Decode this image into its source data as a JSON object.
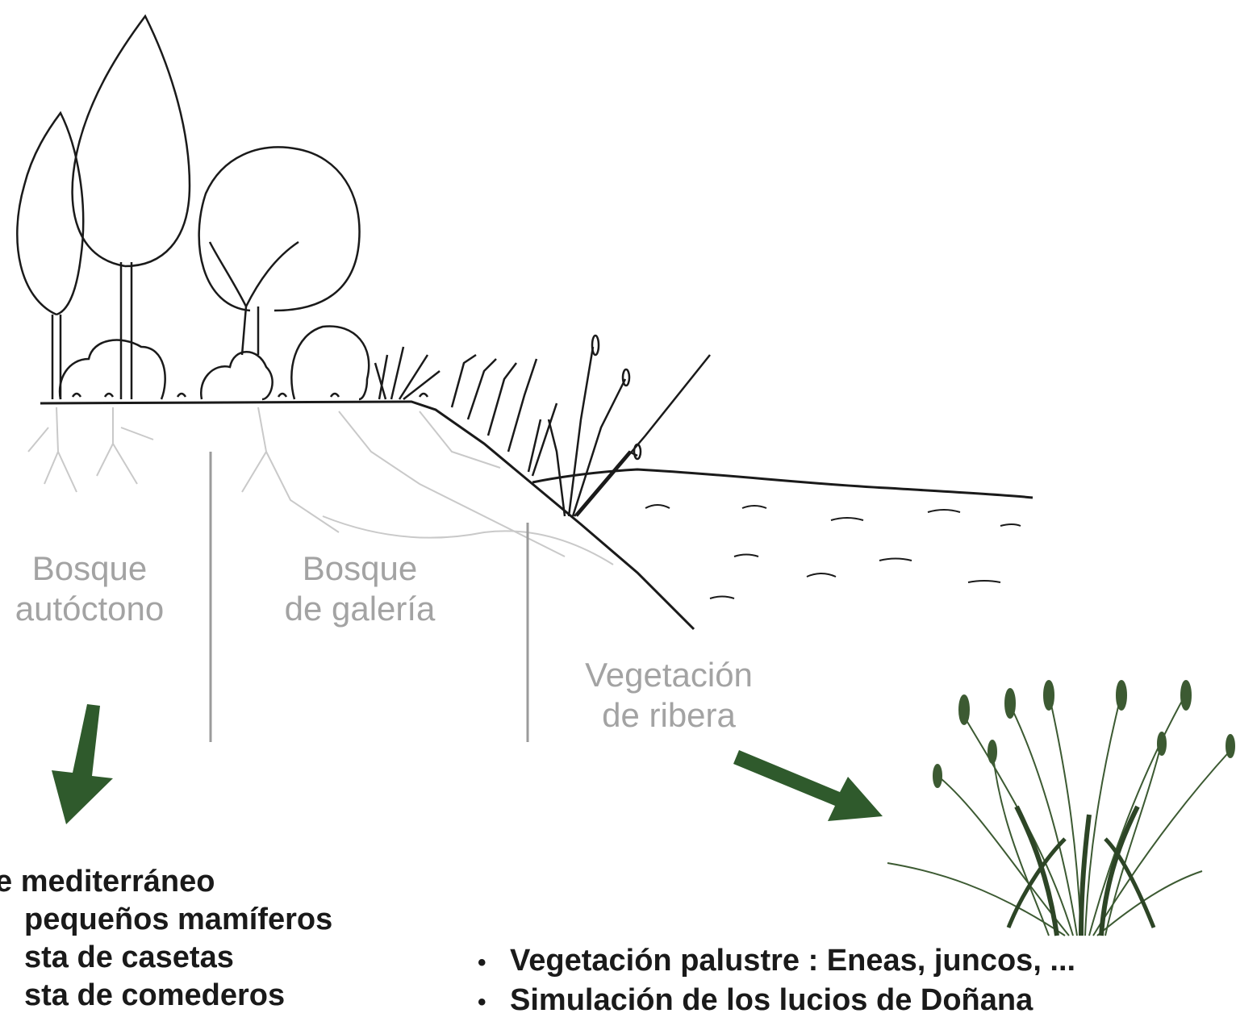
{
  "zones": {
    "bosque_autoctono": [
      "Bosque",
      "autóctono"
    ],
    "bosque_galeria": [
      "Bosque",
      "de galería"
    ],
    "vegetacion_ribera": [
      "Vegetación",
      "de ribera"
    ]
  },
  "left_bullets": [
    "e mediterráneo",
    "pequeños mamíferos",
    "sta de casetas",
    "sta de comederos"
  ],
  "right_bullets": [
    "Vegetación palustre : Eneas, juncos, ...",
    "Simulación de los lucios de Doñana"
  ],
  "colors": {
    "arrow": "#2f5a2c",
    "ink": "#1a1a1a",
    "label_grey": "#a3a3a3",
    "divider": "#9b9b9b",
    "grass": "#3c5a32"
  }
}
